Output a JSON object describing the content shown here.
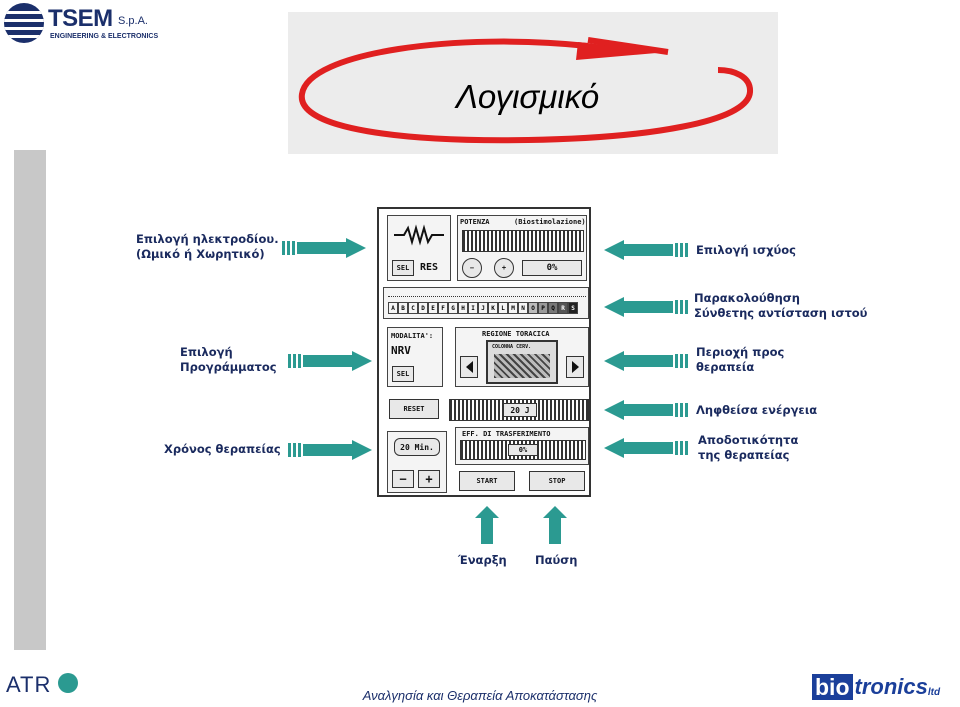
{
  "logo": {
    "brand": "TSEM",
    "suffix": "S.p.A.",
    "tagline": "ENGINEERING & ELECTRONICS"
  },
  "title": "Λογισμικό",
  "device": {
    "res_label": "RES",
    "sel_label": "SEL",
    "power_header": "POTENZA",
    "power_mode": "(Biostimolazione)",
    "power_value": "0%",
    "letters": [
      "A",
      "B",
      "C",
      "D",
      "E",
      "F",
      "G",
      "H",
      "I",
      "J",
      "K",
      "L",
      "M",
      "N",
      "O",
      "P",
      "Q",
      "R",
      "S"
    ],
    "program_header": "MODALITA':",
    "program_value": "NRV",
    "region_header": "REGIONE TORACICA",
    "region_inner": "COLONNA CERV.",
    "reset_label": "RESET",
    "energy_value": "20 J",
    "efficiency_header": "EFF. DI TRASFERIMENTO",
    "efficiency_value": "0%",
    "time_value": "20 Min.",
    "minus": "−",
    "plus": "+",
    "start_label": "START",
    "stop_label": "STOP"
  },
  "annotations": {
    "electrode": "Επιλογή ηλεκτροδίου.\n(Ωμικό ή Χωρητικό)",
    "power": "Επιλογή ισχύος",
    "monitoring": "Παρακολούθηση\nΣύνθετης αντίσταση ιστού",
    "program": "Επιλογή\nΠρογράμματος",
    "region": "Περιοχή προς\nθεραπεία",
    "energy": "Ληφθείσα ενέργεια",
    "time": "Χρόνος θεραπείας",
    "efficiency": "Αποδοτικότητα\nτης θεραπείας",
    "start": "Έναρξη",
    "pause": "Παύση"
  },
  "footer": {
    "text": "Αναλγησία και Θεραπεία Αποκατάστασης",
    "atr_logo": "ATR",
    "bio_logo": "bio",
    "tronics_logo": "tronics",
    "ltd": "ltd"
  },
  "colors": {
    "accent": "#2b9a91",
    "label": "#1a2a5e",
    "brand": "#1b2f6b",
    "ring": "#e02020"
  },
  "icons": [
    "globe-icon",
    "waveform-icon",
    "arrow-right-icon",
    "arrow-left-icon",
    "arrow-up-icon",
    "minus-icon",
    "plus-icon",
    "left-triangle-icon",
    "right-triangle-icon"
  ]
}
